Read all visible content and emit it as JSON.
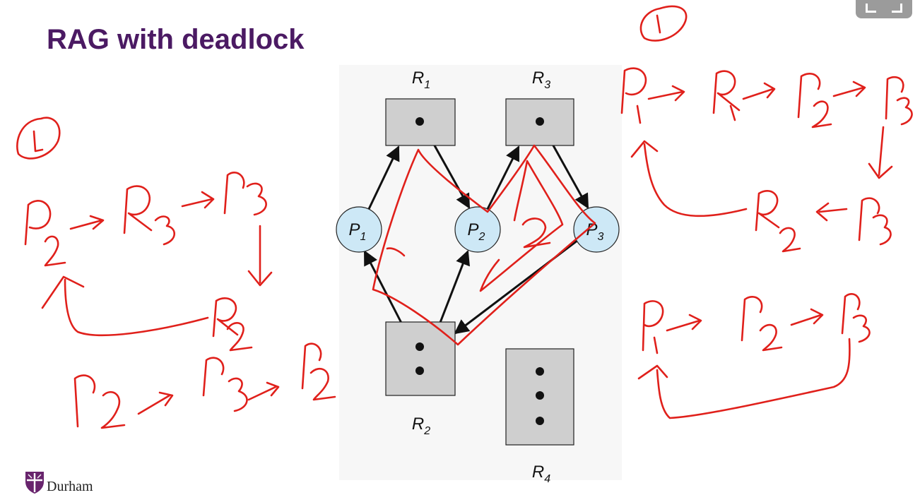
{
  "slide": {
    "title": "RAG with deadlock",
    "title_color": "#4b1a63",
    "institution": "Durham",
    "brand_color": "#68246d"
  },
  "graph": {
    "processes": [
      {
        "id": "P1",
        "base": "P",
        "sub": "1"
      },
      {
        "id": "P2",
        "base": "P",
        "sub": "2"
      },
      {
        "id": "P3",
        "base": "P",
        "sub": "3"
      }
    ],
    "resources": [
      {
        "id": "R1",
        "base": "R",
        "sub": "1",
        "instances": 1
      },
      {
        "id": "R2",
        "base": "R",
        "sub": "2",
        "instances": 2
      },
      {
        "id": "R3",
        "base": "R",
        "sub": "3",
        "instances": 1
      },
      {
        "id": "R4",
        "base": "R",
        "sub": "4",
        "instances": 3
      }
    ],
    "edges": [
      {
        "from": "P1",
        "to": "R1"
      },
      {
        "from": "R1",
        "to": "P2"
      },
      {
        "from": "P2",
        "to": "R3"
      },
      {
        "from": "R3",
        "to": "P3"
      },
      {
        "from": "P3",
        "to": "R2"
      },
      {
        "from": "R2",
        "to": "P1"
      },
      {
        "from": "R2",
        "to": "P2"
      }
    ],
    "process_fill": "#cde8f6",
    "resource_fill": "#cfcfcf"
  },
  "annotations": {
    "ink_color": "#e0201b",
    "left_number": "1",
    "left_cycle": [
      "P2",
      "R3",
      "P3",
      "R2"
    ],
    "left_chain": "P2 → P3 → P2",
    "right_number": "1",
    "right_cycle": [
      "P1",
      "R1",
      "P2",
      "R3",
      "P3",
      "R2"
    ],
    "right_chain": "P1 → P2 → P3",
    "center_number": "2"
  }
}
